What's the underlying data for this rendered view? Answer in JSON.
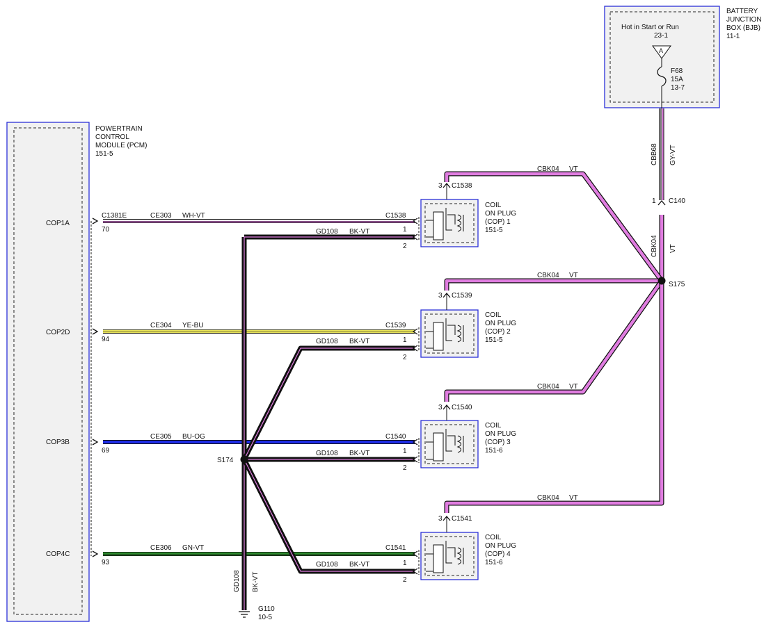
{
  "colors": {
    "box_border": "#2a2fd8",
    "box_fill": "#f1f1f1",
    "violet": "#e07de0",
    "yellow": "#e8e35a",
    "blue": "#1f2de6",
    "green": "#2e8b2e",
    "white": "#ffffff",
    "gray": "#8c8c8c",
    "black": "#111111"
  },
  "bjb": {
    "name_line1": "BATTERY",
    "name_line2": "JUNCTION",
    "name_line3": "BOX (BJB)",
    "ref": "11-1",
    "hot_label": "Hot in Start or Run",
    "hot_ref": "23-1",
    "flag": "A",
    "fuse_id": "F68",
    "fuse_rating": "15A",
    "fuse_ref": "13-7"
  },
  "pcm": {
    "name_line1": "POWERTRAIN",
    "name_line2": "CONTROL",
    "name_line3": "MODULE (PCM)",
    "ref": "151-5",
    "connector": "C1381E",
    "pins": [
      {
        "label": "COP1A",
        "pin": "70"
      },
      {
        "label": "COP2D",
        "pin": "94"
      },
      {
        "label": "COP3B",
        "pin": "69"
      },
      {
        "label": "COP4C",
        "pin": "93"
      }
    ]
  },
  "signal_wires": [
    {
      "circuit": "CE303",
      "color": "WH-VT"
    },
    {
      "circuit": "CE304",
      "color": "YE-BU"
    },
    {
      "circuit": "CE305",
      "color": "BU-OG"
    },
    {
      "circuit": "CE306",
      "color": "GN-VT"
    }
  ],
  "ground": {
    "circuit": "GD108",
    "color": "BK-VT",
    "splice": "S174",
    "ground_id": "G110",
    "ground_ref": "10-5"
  },
  "power": {
    "feed_circuit": "CBB68",
    "feed_color": "GY-VT",
    "connector": "C140",
    "connector_pin": "1",
    "circuit": "CBK04",
    "color": "VT",
    "splice": "S175"
  },
  "coils": [
    {
      "connector": "C1538",
      "line1": "COIL",
      "line2": "ON PLUG",
      "line3": "(COP) 1",
      "ref": "151-5",
      "pin_power": "3",
      "pin_signal": "1",
      "pin_ground": "2"
    },
    {
      "connector": "C1539",
      "line1": "COIL",
      "line2": "ON PLUG",
      "line3": "(COP) 2",
      "ref": "151-5",
      "pin_power": "3",
      "pin_signal": "1",
      "pin_ground": "2"
    },
    {
      "connector": "C1540",
      "line1": "COIL",
      "line2": "ON PLUG",
      "line3": "(COP) 3",
      "ref": "151-6",
      "pin_power": "3",
      "pin_signal": "1",
      "pin_ground": "2"
    },
    {
      "connector": "C1541",
      "line1": "COIL",
      "line2": "ON PLUG",
      "line3": "(COP) 4",
      "ref": "151-6",
      "pin_power": "3",
      "pin_signal": "1",
      "pin_ground": "2"
    }
  ]
}
